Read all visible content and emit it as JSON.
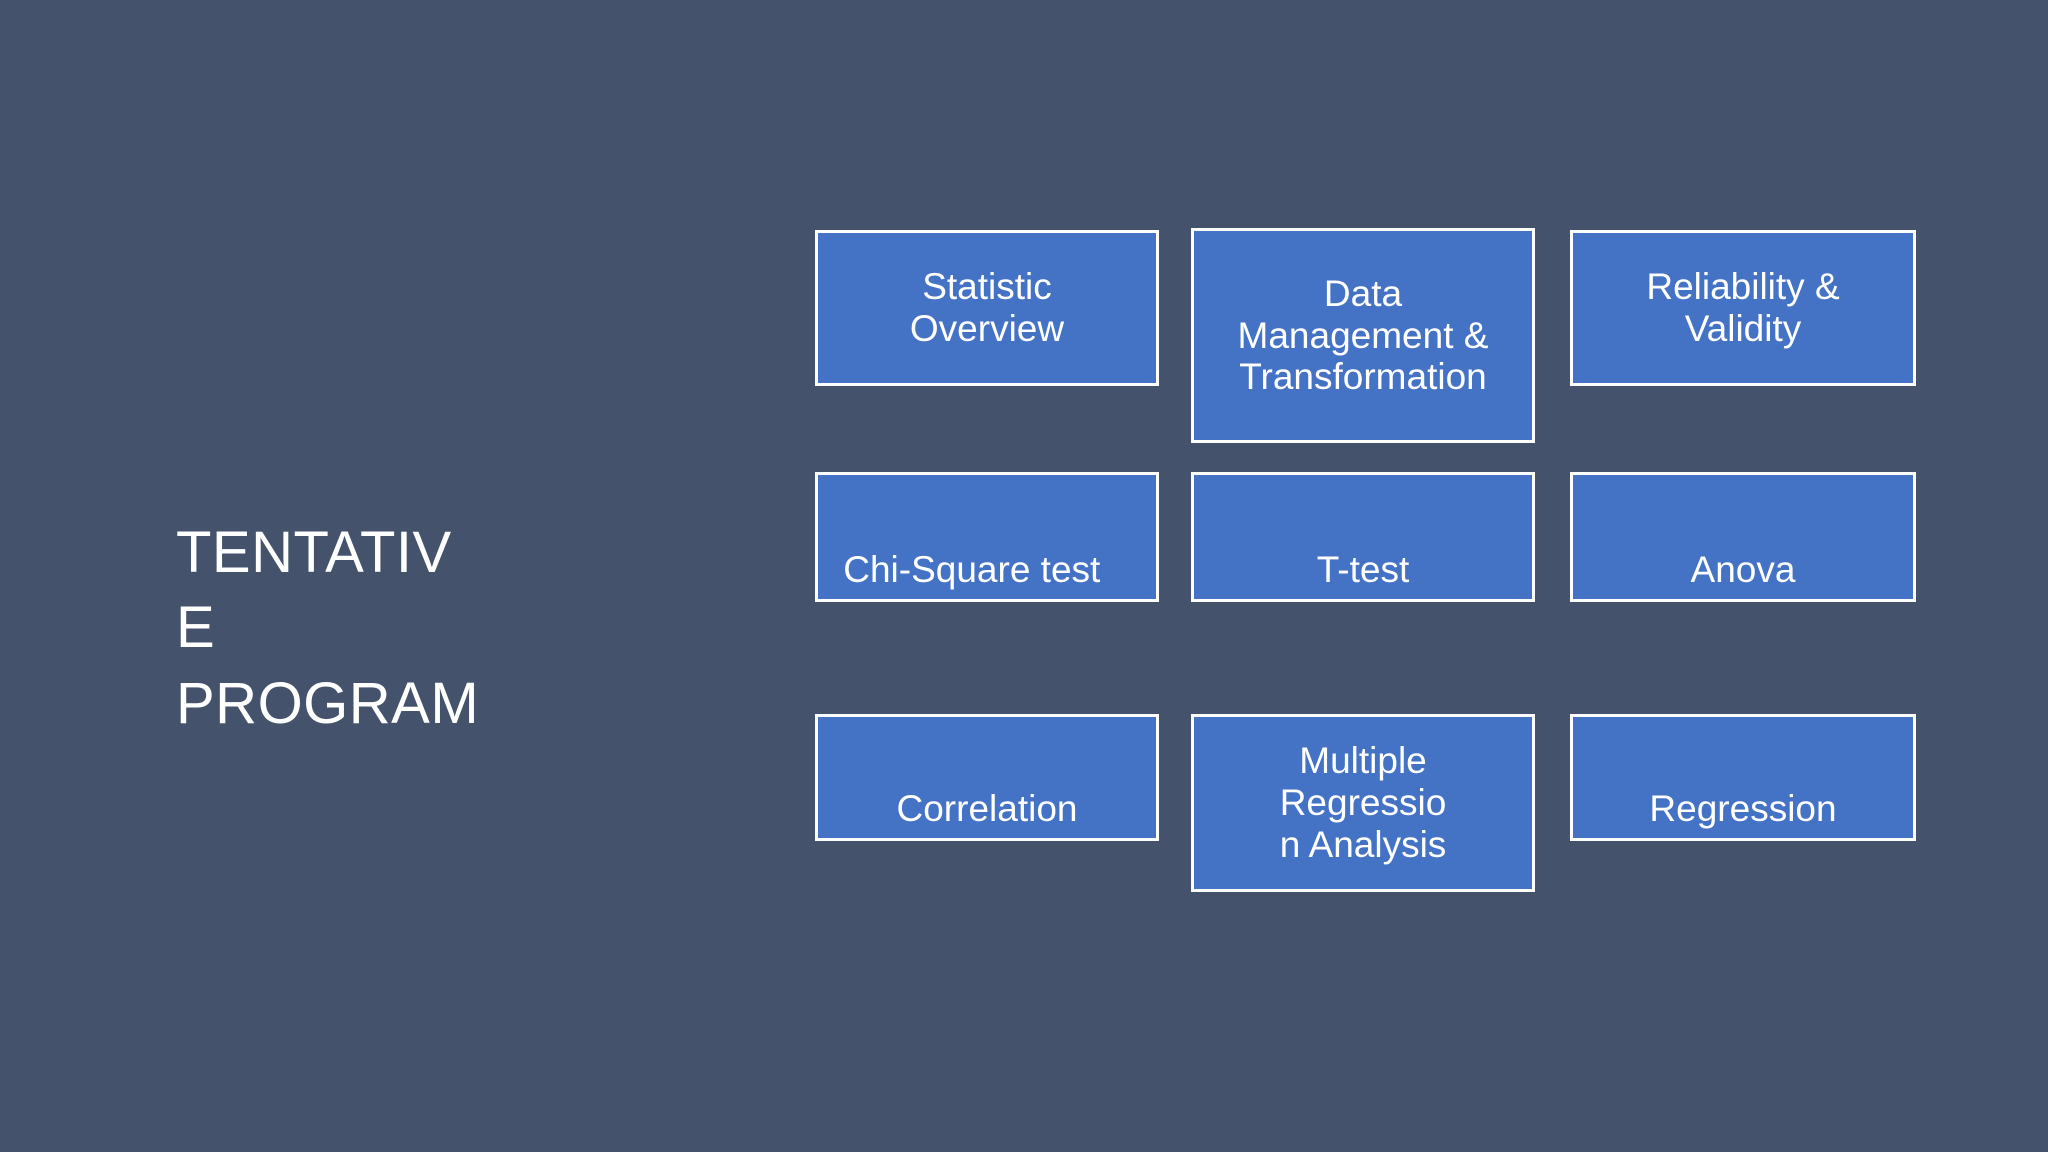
{
  "slide": {
    "background_color": "#44526b",
    "box_fill_color": "#4472c4",
    "box_border_color": "#ffffff",
    "text_color": "#ffffff",
    "title": "TENTATIV\nE\nPROGRAM",
    "title_plain": "TENTATIVE PROGRAM"
  },
  "boxes": [
    {
      "id": "statistic-overview",
      "label": "Statistic\nOverview"
    },
    {
      "id": "data-management-transformation",
      "label": "Data\nManagement &\nTransformation"
    },
    {
      "id": "reliability-validity",
      "label": "Reliability &\nValidity"
    },
    {
      "id": "chi-square-test",
      "label": "Chi-Square test"
    },
    {
      "id": "t-test",
      "label": "T-test"
    },
    {
      "id": "anova",
      "label": "Anova"
    },
    {
      "id": "correlation",
      "label": "Correlation"
    },
    {
      "id": "multiple-regression-analysis",
      "label": "Multiple\nRegressio\nn  Analysis"
    },
    {
      "id": "regression",
      "label": "Regression"
    }
  ]
}
